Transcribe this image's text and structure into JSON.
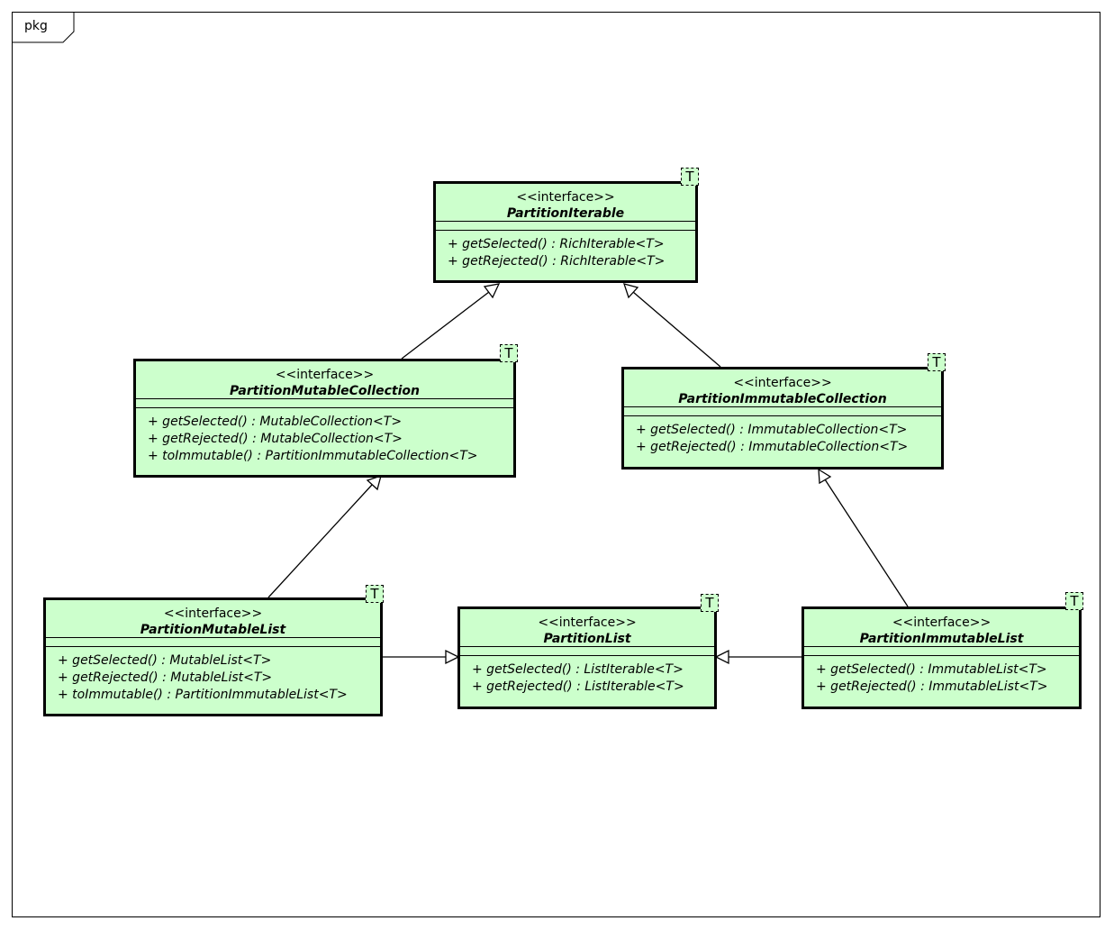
{
  "frame": {
    "label": "pkg"
  },
  "classes": {
    "partition_iterable": {
      "stereotype": "<<interface>>",
      "name": "PartitionIterable",
      "type_param": "T",
      "ops": [
        "+ getSelected() : RichIterable<T>",
        "+ getRejected() : RichIterable<T>"
      ]
    },
    "partition_mutable_collection": {
      "stereotype": "<<interface>>",
      "name": "PartitionMutableCollection",
      "type_param": "T",
      "ops": [
        "+ getSelected() : MutableCollection<T>",
        "+ getRejected() : MutableCollection<T>",
        "+ toImmutable() : PartitionImmutableCollection<T>"
      ]
    },
    "partition_immutable_collection": {
      "stereotype": "<<interface>>",
      "name": "PartitionImmutableCollection",
      "type_param": "T",
      "ops": [
        "+ getSelected() : ImmutableCollection<T>",
        "+ getRejected() : ImmutableCollection<T>"
      ]
    },
    "partition_mutable_list": {
      "stereotype": "<<interface>>",
      "name": "PartitionMutableList",
      "type_param": "T",
      "ops": [
        "+ getSelected() : MutableList<T>",
        "+ getRejected() : MutableList<T>",
        "+ toImmutable() : PartitionImmutableList<T>"
      ]
    },
    "partition_list": {
      "stereotype": "<<interface>>",
      "name": "PartitionList",
      "type_param": "T",
      "ops": [
        "+ getSelected() : ListIterable<T>",
        "+ getRejected() : ListIterable<T>"
      ]
    },
    "partition_immutable_list": {
      "stereotype": "<<interface>>",
      "name": "PartitionImmutableList",
      "type_param": "T",
      "ops": [
        "+ getSelected() : ImmutableList<T>",
        "+ getRejected() : ImmutableList<T>"
      ]
    }
  },
  "edges": [
    {
      "from": "PartitionMutableCollection",
      "to": "PartitionIterable",
      "kind": "generalization"
    },
    {
      "from": "PartitionImmutableCollection",
      "to": "PartitionIterable",
      "kind": "generalization"
    },
    {
      "from": "PartitionMutableList",
      "to": "PartitionMutableCollection",
      "kind": "generalization"
    },
    {
      "from": "PartitionImmutableList",
      "to": "PartitionImmutableCollection",
      "kind": "generalization"
    },
    {
      "from": "PartitionMutableList",
      "to": "PartitionList",
      "kind": "generalization"
    },
    {
      "from": "PartitionImmutableList",
      "to": "PartitionList",
      "kind": "generalization"
    }
  ],
  "colors": {
    "class_fill": "#ccffcc",
    "border": "#000000"
  }
}
